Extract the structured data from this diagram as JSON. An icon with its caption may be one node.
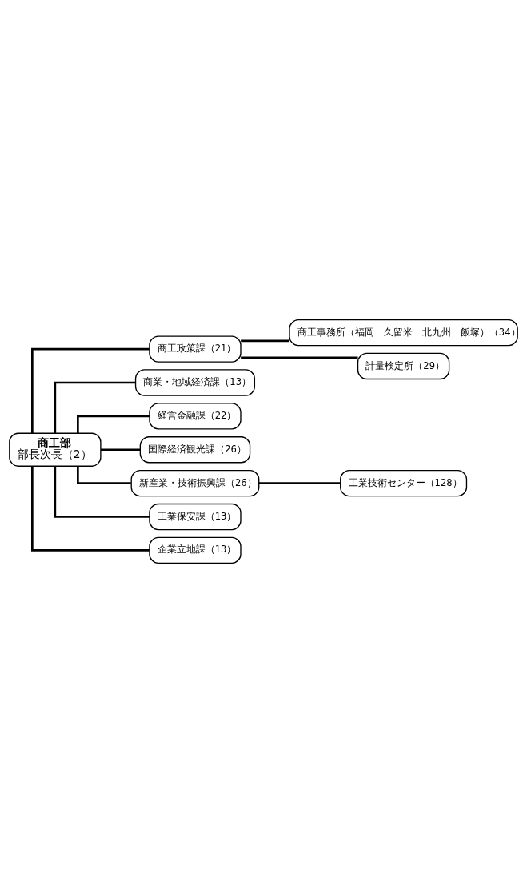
{
  "diagram": {
    "nodes": [
      {
        "text": [
          "商工部",
          "部長次長（2）"
        ]
      },
      {
        "text": [
          "商工政策課（21）"
        ]
      },
      {
        "text": [
          "商業・地域経済課（13）"
        ]
      },
      {
        "text": [
          "経営金融課（22）"
        ]
      },
      {
        "text": [
          "国際経済観光課（26）"
        ]
      },
      {
        "text": [
          "新産業・技術振興課（26）"
        ]
      },
      {
        "text": [
          "工業保安課（13）"
        ]
      },
      {
        "text": [
          "企業立地課（13）"
        ]
      },
      {
        "text": [
          "商工事務所（福岡　久留米　北九州　飯塚）（34）"
        ]
      },
      {
        "text": [
          "計量検定所（29）"
        ]
      },
      {
        "text": [
          "工業技術センター（128）"
        ]
      }
    ],
    "edges": [
      {
        "from": 0,
        "to": 1,
        "arrow": "none"
      },
      {
        "from": 0,
        "to": 2,
        "arrow": "none"
      },
      {
        "from": 0,
        "to": 3,
        "arrow": "none"
      },
      {
        "from": 0,
        "to": 4,
        "arrow": "none"
      },
      {
        "from": 0,
        "to": 5,
        "arrow": "none"
      },
      {
        "from": 0,
        "to": 6,
        "arrow": "none"
      },
      {
        "from": 0,
        "to": 7,
        "arrow": "none"
      },
      {
        "from": 1,
        "to": 8,
        "arrow": "none"
      },
      {
        "from": 1,
        "to": 9,
        "arrow": "none"
      },
      {
        "from": 5,
        "to": 10,
        "arrow": "none"
      }
    ]
  }
}
